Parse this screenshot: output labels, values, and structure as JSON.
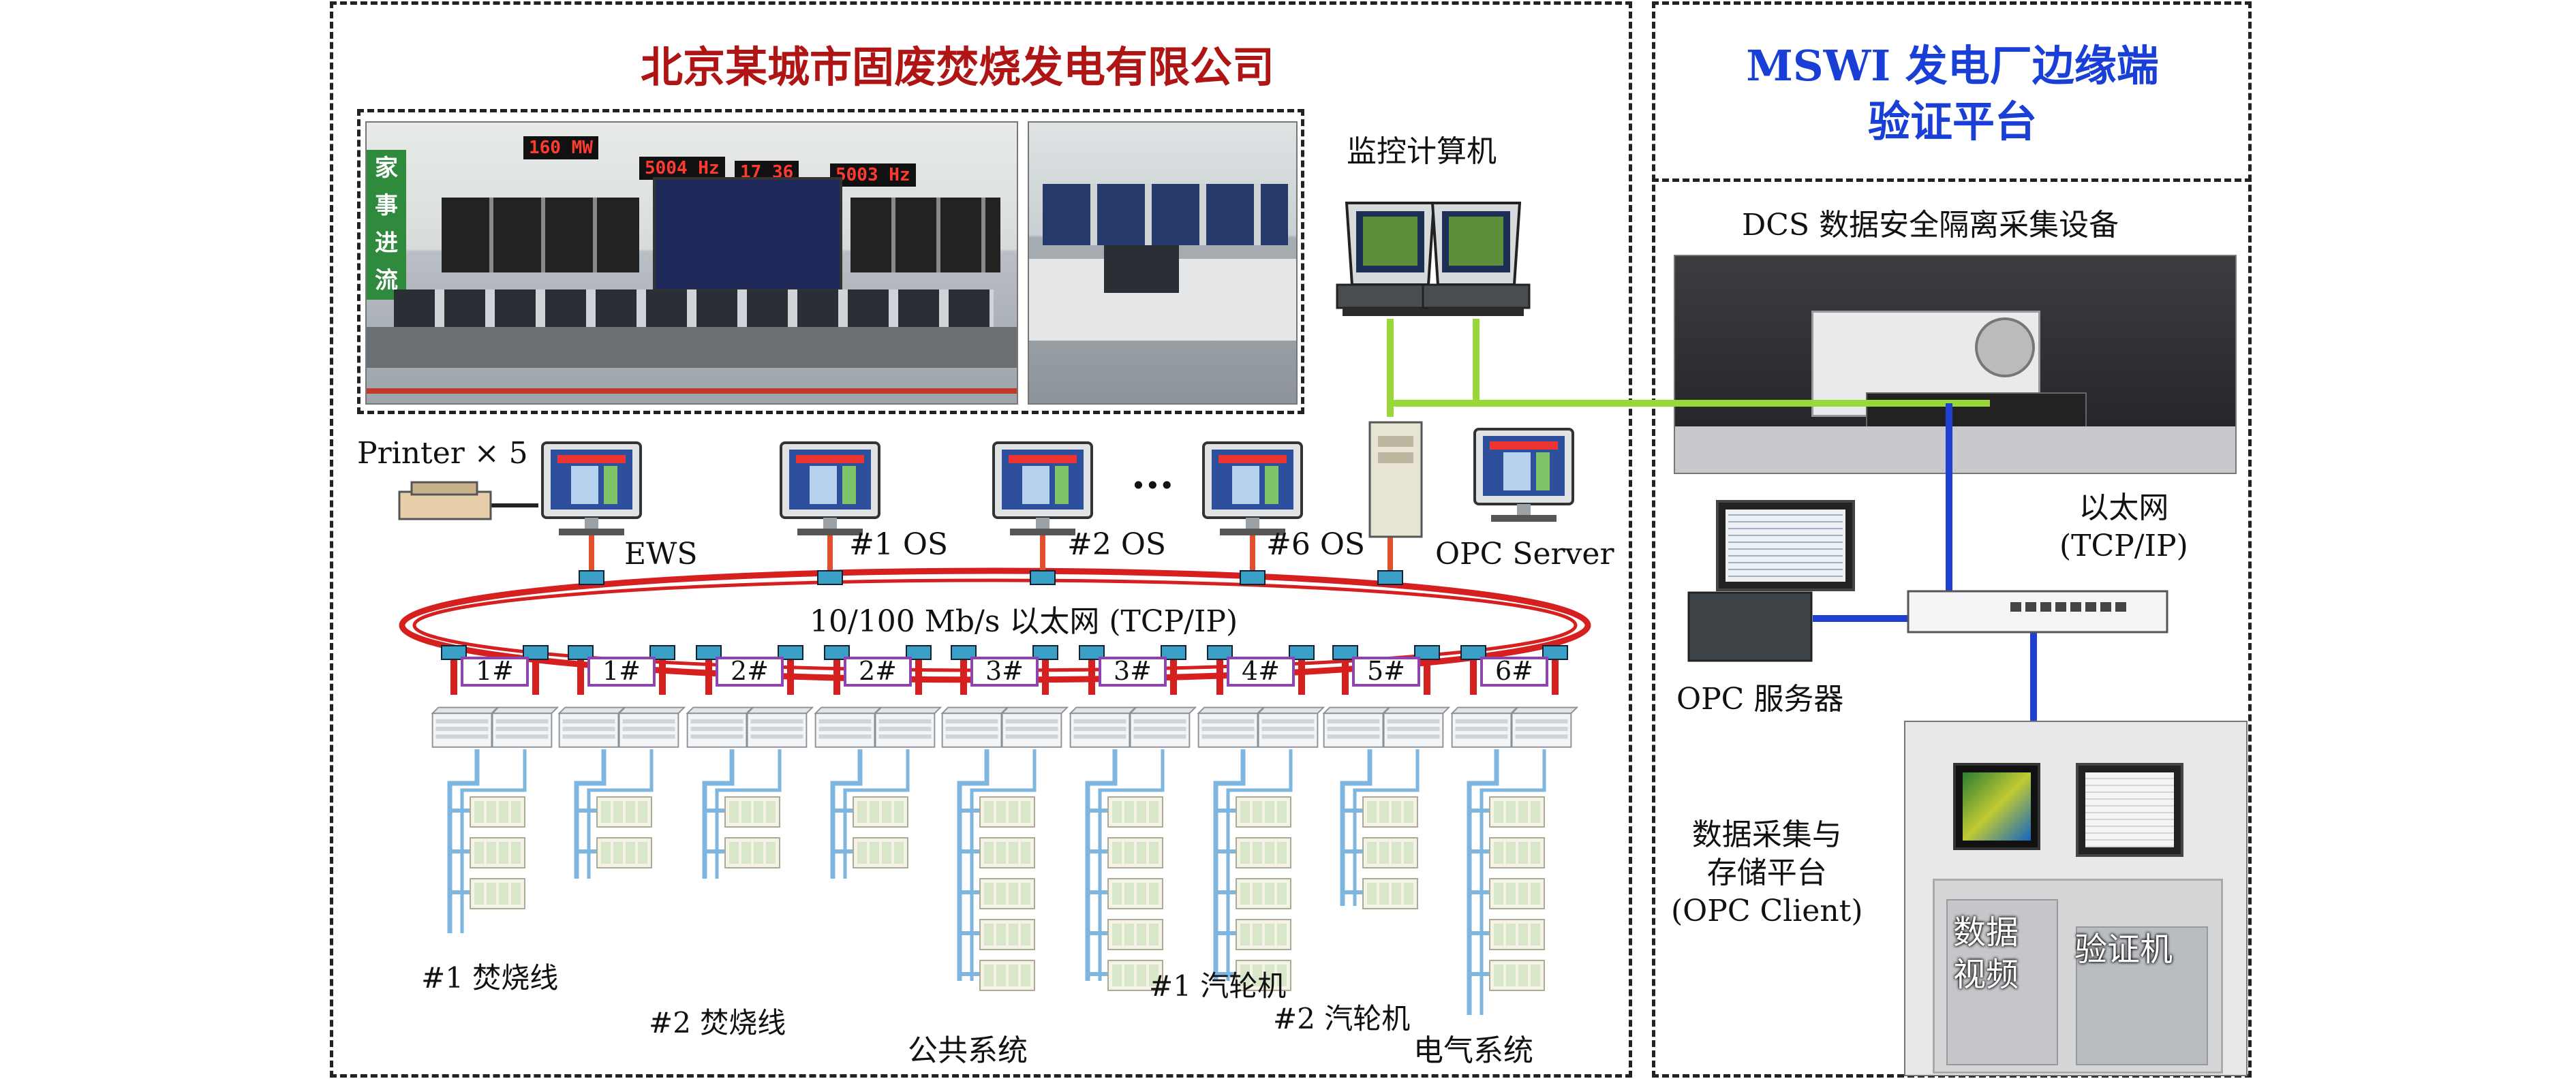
{
  "left_panel": {
    "title": "北京某城市固废焚烧发电有限公司",
    "monitor_label": "监控计算机",
    "printer_label": "Printer × 5",
    "ews_label": "EWS",
    "os_labels": [
      "#1 OS",
      "#2 OS",
      "#6 OS"
    ],
    "ellipsis": "···",
    "opc_server_label": "OPC Server",
    "ring_label": "10/100 Mb/s 以太网 (TCP/IP)",
    "controller_ids": [
      "1#",
      "1#",
      "2#",
      "2#",
      "3#",
      "3#",
      "4#",
      "5#",
      "6#"
    ],
    "control_room_panel": [
      "家",
      "事",
      "进",
      "流"
    ],
    "display_readouts": [
      "160 MW",
      "5004 Hz",
      "17 36",
      "5003 Hz"
    ],
    "subsystems": [
      "#1 焚烧线",
      "#2 焚烧线",
      "公共系统",
      "#1 汽轮机",
      "#2 汽轮机",
      "电气系统"
    ]
  },
  "right_panel": {
    "title_line1": "MSWI 发电厂边缘端",
    "title_line2": "验证平台",
    "dcs_label": "DCS 数据安全隔离采集设备",
    "ethernet_line1": "以太网",
    "ethernet_line2": "(TCP/IP)",
    "opc_service_label": "OPC 服务器",
    "platform_line1": "数据采集与",
    "platform_line2": "存储平台",
    "platform_line3": "(OPC Client)",
    "data_video_line1": "数据",
    "data_video_line2": "视频",
    "verifier_label": "验证机"
  },
  "colors": {
    "ring": "#d62020",
    "green_link": "#9ad83a",
    "blue_link": "#1f3fd0",
    "io_bus": "#7fb6e0",
    "title_red": "#b01515",
    "title_blue": "#1a3fd6"
  }
}
